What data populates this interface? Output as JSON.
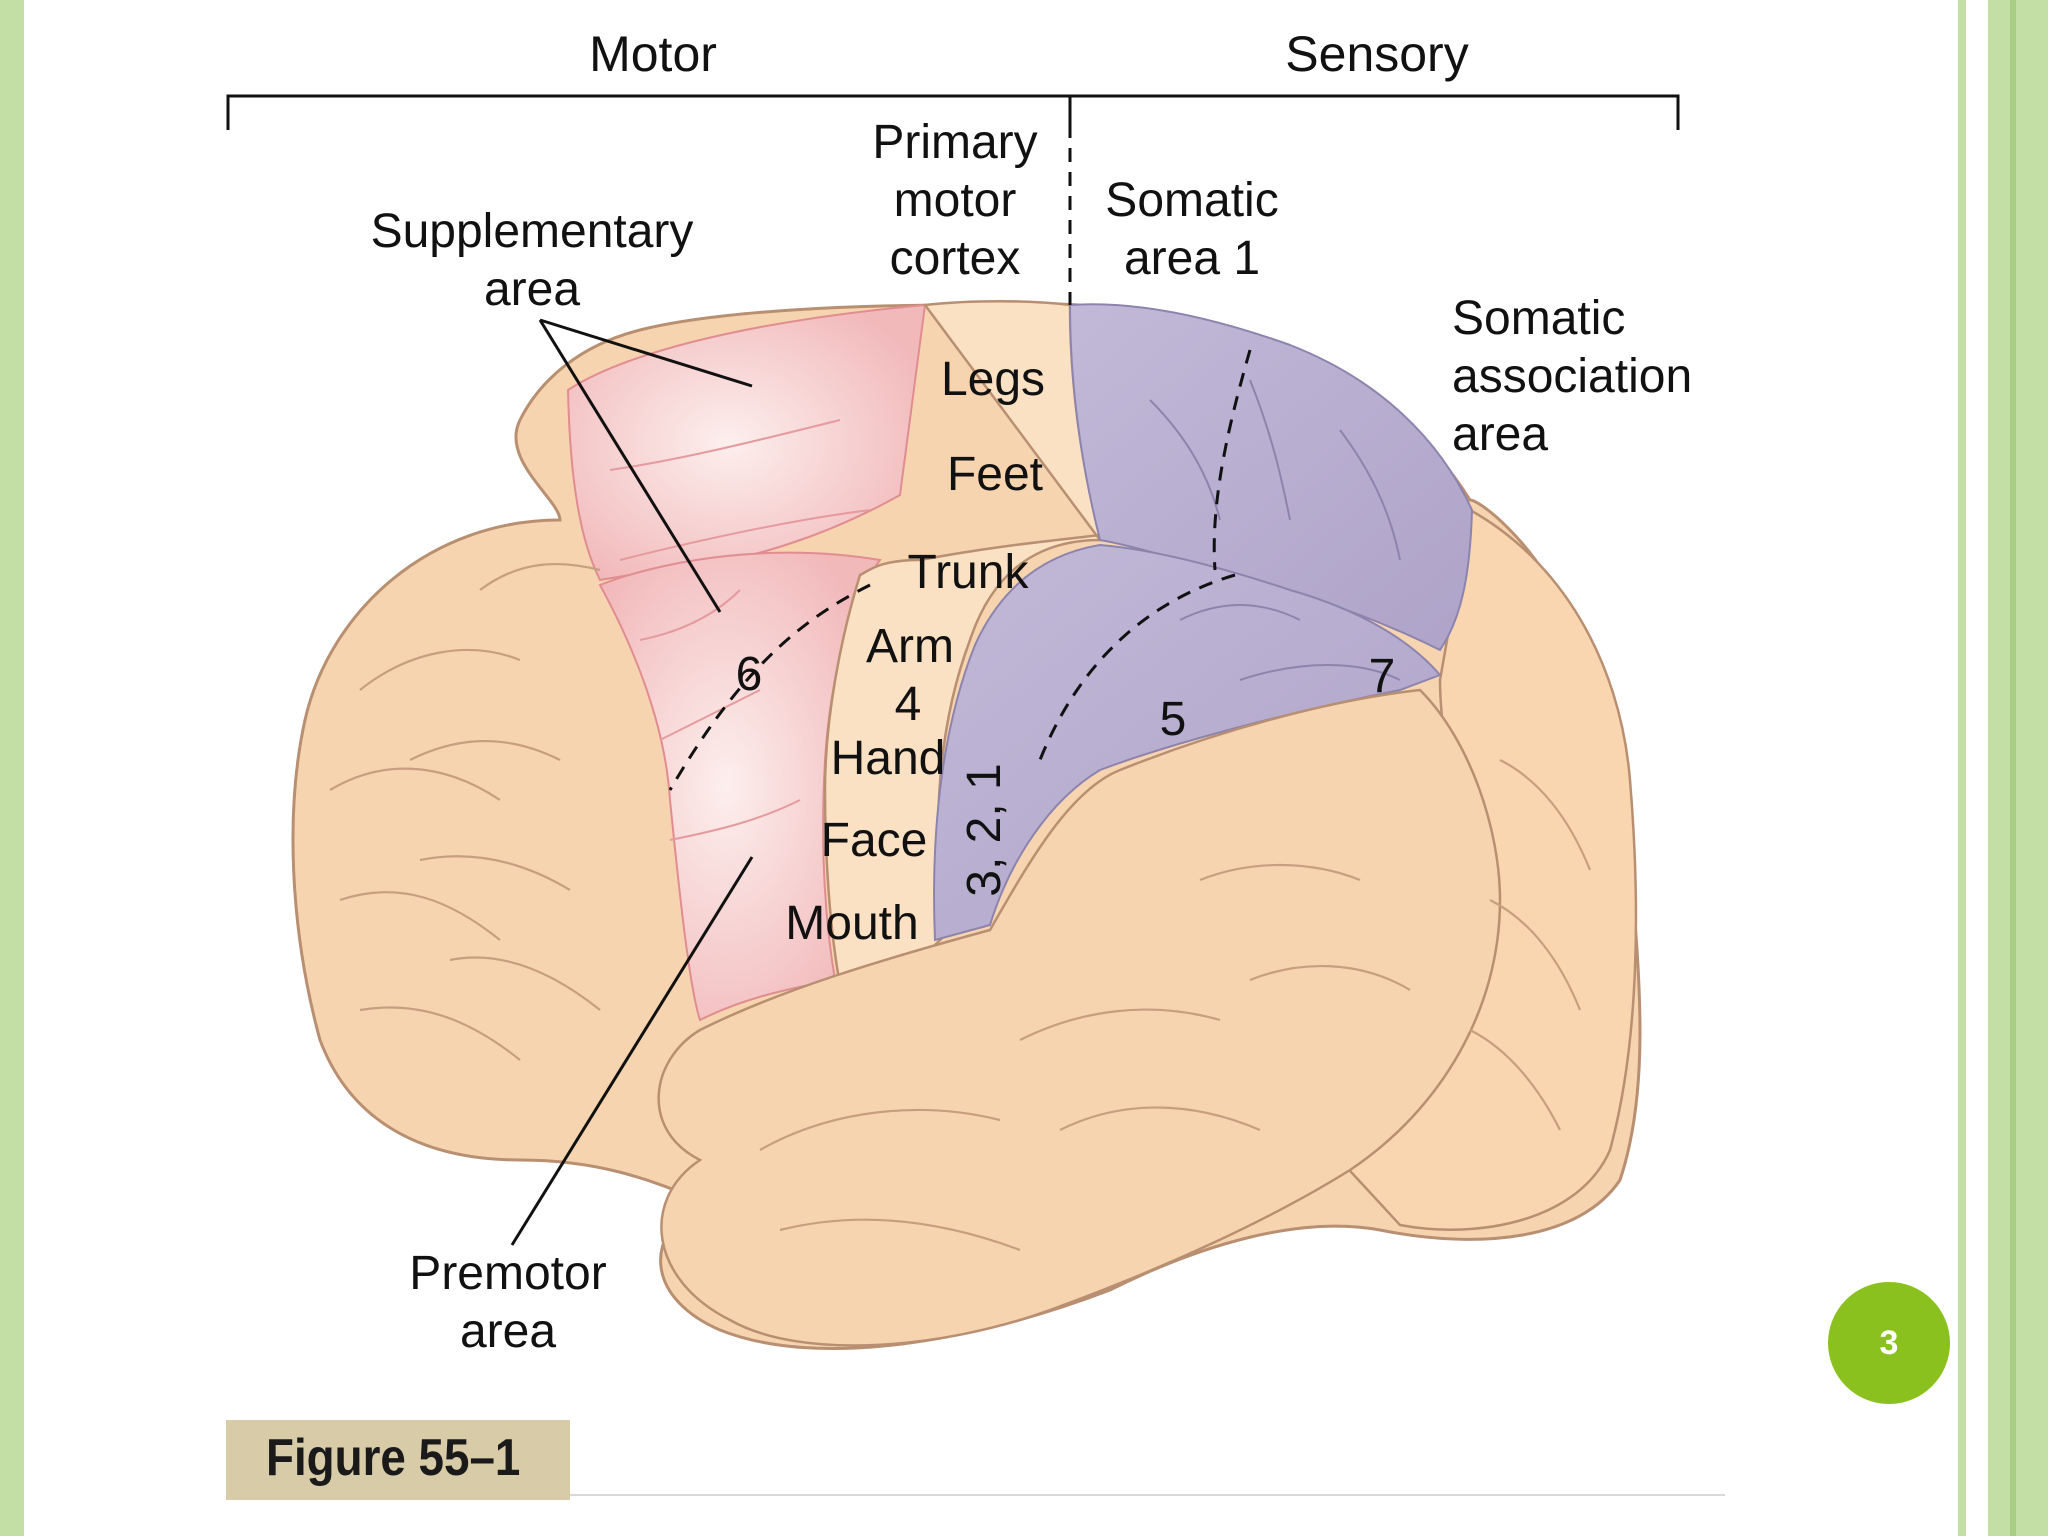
{
  "header": {
    "motor": "Motor",
    "sensory": "Sensory"
  },
  "regions": {
    "primary_motor_cortex": [
      "Primary",
      "motor",
      "cortex"
    ],
    "somatic_area_1": [
      "Somatic",
      "area 1"
    ],
    "supplementary_area": [
      "Supplementary",
      "area"
    ],
    "somatic_association_area": [
      "Somatic",
      "association",
      "area"
    ],
    "premotor_area": [
      "Premotor",
      "area"
    ]
  },
  "body_parts": {
    "legs": "Legs",
    "feet": "Feet",
    "trunk": "Trunk",
    "arm": "Arm",
    "hand": "Hand",
    "face": "Face",
    "mouth": "Mouth"
  },
  "area_numbers": {
    "area_4": "4",
    "area_5": "5",
    "area_6": "6",
    "area_7": "7",
    "areas_3_2_1": "3, 2, 1"
  },
  "figure_caption": "Figure 55–1",
  "page_number": "3",
  "colors": {
    "brain_beige": "#f7d4b0",
    "motor_pink": "#f4bfc0",
    "sensory_purple": "#b7adcf",
    "primary_motor_strip": "#fbe1c3",
    "slide_green": "#c3dfa6",
    "badge_green": "#8bc11f"
  }
}
